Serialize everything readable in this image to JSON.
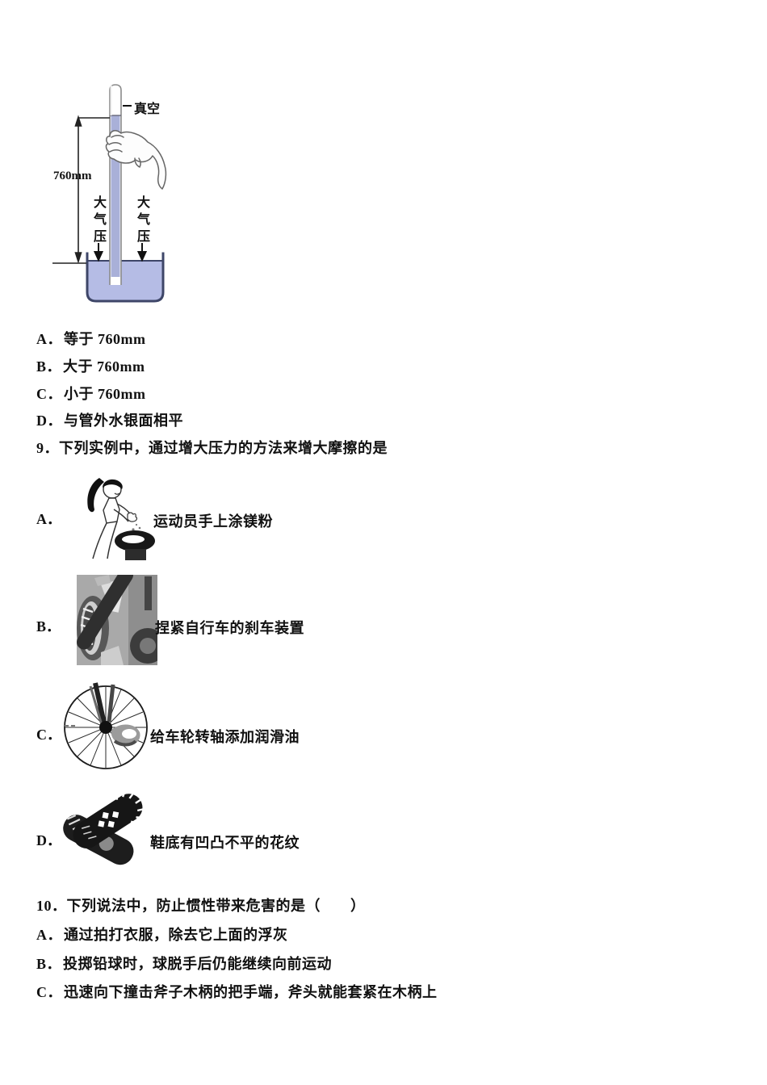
{
  "page": {
    "background": "#ffffff",
    "text_color": "#111111"
  },
  "barometer_figure": {
    "vacuum_label": "真空",
    "height_label": "760mm",
    "pressure_label_left": "大气压",
    "pressure_label_right": "大气压",
    "mercury_color": "#a9b0d8",
    "liquid_color": "#b5bce5",
    "container_outline_color": "#3e4668",
    "tube_outline_color": "#8a8a8a"
  },
  "question8": {
    "options": [
      {
        "letter": "A．",
        "text": "等于 760mm"
      },
      {
        "letter": "B．",
        "text": "大于 760mm"
      },
      {
        "letter": "C．",
        "text": "小于 760mm"
      },
      {
        "letter": "D．",
        "text": "与管外水银面相平"
      }
    ]
  },
  "question9": {
    "stem": "9．下列实例中，通过增大压力的方法来增大摩擦的是",
    "options": [
      {
        "letter": "A．",
        "caption": "运动员手上涂镁粉",
        "image": "gymnast-chalk"
      },
      {
        "letter": "B．",
        "caption": "捏紧自行车的刹车装置",
        "image": "bicycle-brake"
      },
      {
        "letter": "C．",
        "caption": "给车轮转轴添加润滑油",
        "image": "wheel-axle-oil"
      },
      {
        "letter": "D．",
        "caption": "鞋底有凹凸不平的花纹",
        "image": "shoe-soles"
      }
    ]
  },
  "question10": {
    "stem": "10．下列说法中，防止惯性带来危害的是（　　）",
    "options": [
      {
        "letter": "A．",
        "text": "通过拍打衣服，除去它上面的浮灰"
      },
      {
        "letter": "B．",
        "text": "投掷铅球时，球脱手后仍能继续向前运动"
      },
      {
        "letter": "C．",
        "text": "迅速向下撞击斧子木柄的把手端，斧头就能套紧在木柄上"
      }
    ]
  }
}
